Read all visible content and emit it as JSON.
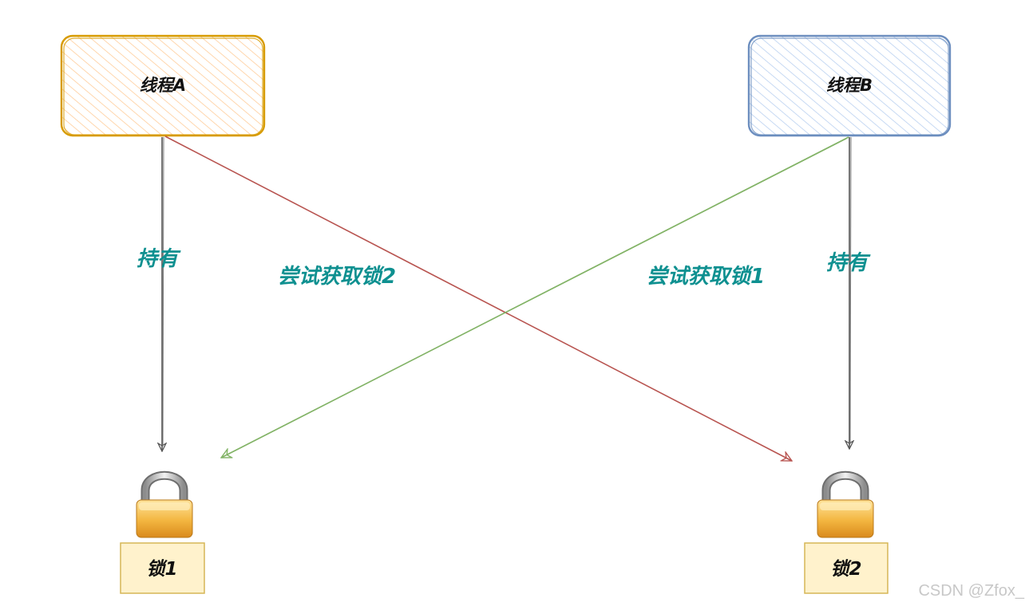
{
  "diagram": {
    "threads": [
      {
        "id": "thread-a",
        "label": "线程A",
        "stroke": "#d79b00",
        "fill": "#ffe6cc"
      },
      {
        "id": "thread-b",
        "label": "线程B",
        "stroke": "#6c8ebf",
        "fill": "#dae8fc"
      }
    ],
    "locks": [
      {
        "id": "lock-1",
        "label": "锁1"
      },
      {
        "id": "lock-2",
        "label": "锁2"
      }
    ],
    "edges": [
      {
        "from": "线程A",
        "to": "锁1",
        "label": "持有",
        "color": "#555555"
      },
      {
        "from": "线程A",
        "to": "锁2",
        "label": "尝试获取锁2",
        "color": "#b85450"
      },
      {
        "from": "线程B",
        "to": "锁1",
        "label": "尝试获取锁1",
        "color": "#82b366"
      },
      {
        "from": "线程B",
        "to": "锁2",
        "label": "持有",
        "color": "#555555"
      }
    ],
    "lock_box": {
      "stroke": "#d6b656",
      "fill": "#fff2cc"
    },
    "label_color": "#0e9090",
    "icon": "padlock-icon"
  },
  "watermark": "CSDN @Zfox_"
}
